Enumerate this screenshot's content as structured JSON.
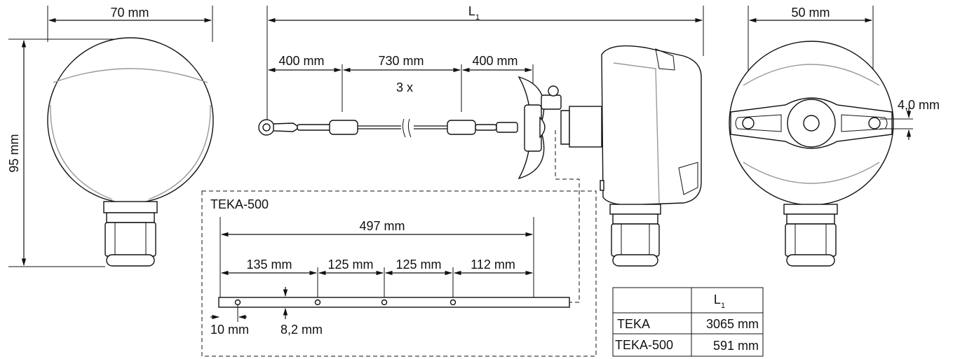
{
  "dimensions": {
    "width_front": "70 mm",
    "height_front": "95 mm",
    "overall_length": "L",
    "overall_length_sub": "1",
    "seg_1": "400 mm",
    "seg_2": "730 mm",
    "seg_3": "400 mm",
    "repeat": "3 x",
    "width_back": "50 mm",
    "hole": "4,0 mm"
  },
  "teka500": {
    "title": "TEKA-500",
    "total": "497 mm",
    "seg_1": "135 mm",
    "seg_2": "125 mm",
    "seg_3": "125 mm",
    "seg_4": "112 mm",
    "end_offset": "10 mm",
    "width": "8,2 mm"
  },
  "table": {
    "header_l": "L",
    "header_sub": "1",
    "rows": [
      {
        "name": "TEKA",
        "value": "3065 mm"
      },
      {
        "name": "TEKA-500",
        "value": "591 mm"
      }
    ]
  }
}
